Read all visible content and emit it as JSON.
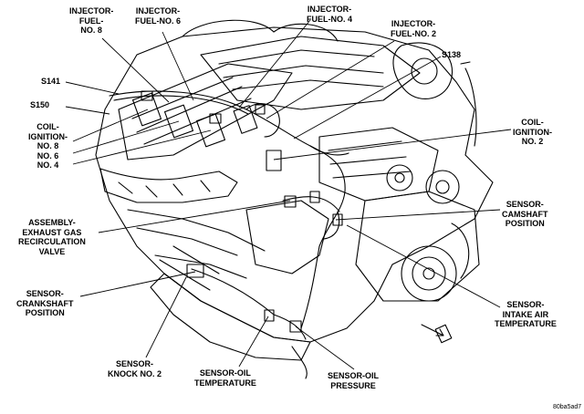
{
  "colors": {
    "ink": "#000000",
    "background": "#ffffff"
  },
  "labels": {
    "injector_fuel_no8": "INJECTOR-\nFUEL-\nNO. 8",
    "injector_fuel_no6": "INJECTOR-\nFUEL-NO. 6",
    "injector_fuel_no4": "INJECTOR-\nFUEL-NO. 4",
    "injector_fuel_no2": "INJECTOR-\nFUEL-NO. 2",
    "s138": "S138",
    "s141": "S141",
    "s150": "S150",
    "coil_ignition_left": "COIL-\nIGNITION-\nNO. 8\nNO. 6\nNO. 4",
    "coil_ignition_no2": "COIL-\nIGNITION-\nNO. 2",
    "sensor_camshaft": "SENSOR-\nCAMSHAFT\nPOSITION",
    "egr_valve": "ASSEMBLY-\nEXHAUST GAS\nRECIRCULATION\nVALVE",
    "sensor_crankshaft": "SENSOR-\nCRANKSHAFT\nPOSITION",
    "sensor_intake_air": "SENSOR-\nINTAKE AIR\nTEMPERATURE",
    "sensor_knock": "SENSOR-\nKNOCK NO. 2",
    "sensor_oil_temp": "SENSOR-OIL\nTEMPERATURE",
    "sensor_oil_pressure": "SENSOR-OIL\nPRESSURE"
  },
  "figure_id": "80ba5ad7"
}
